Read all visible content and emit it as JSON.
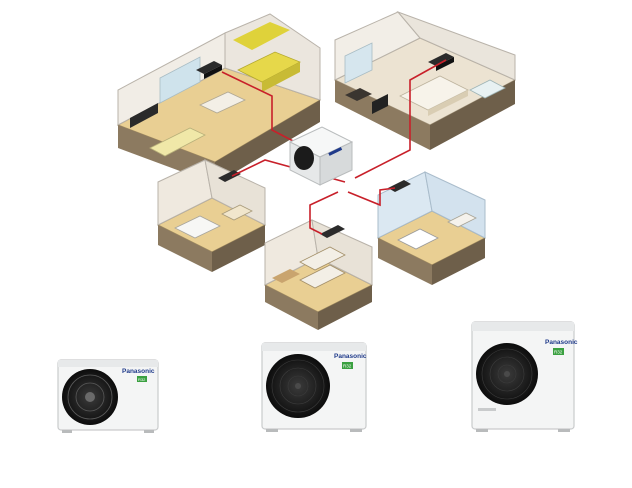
{
  "outdoor_units": [
    {
      "brand": "Panasonic",
      "badge": "R32"
    },
    {
      "brand": "Panasonic",
      "badge": "R32"
    },
    {
      "brand": "Panasonic",
      "badge": "R32"
    }
  ],
  "colors": {
    "refrigerant_pipe": "#c8202a",
    "floor_wood": "#e9cf93",
    "wall_light": "#f1ede6",
    "wall_shadow": "#b9b3aa",
    "unit_body": "#f4f5f5",
    "unit_edge": "#c9cbcc",
    "fan_dark": "#1b1b1b",
    "brand_blue": "#1f3a8a",
    "badge_green": "#3aa040"
  },
  "icons": {
    "rooms": [
      "living-kitchen-room",
      "master-bedroom-bath",
      "bathroom",
      "kids-bunk-bedroom",
      "nursery-room"
    ],
    "central_unit": "central-outdoor-unit-icon"
  }
}
